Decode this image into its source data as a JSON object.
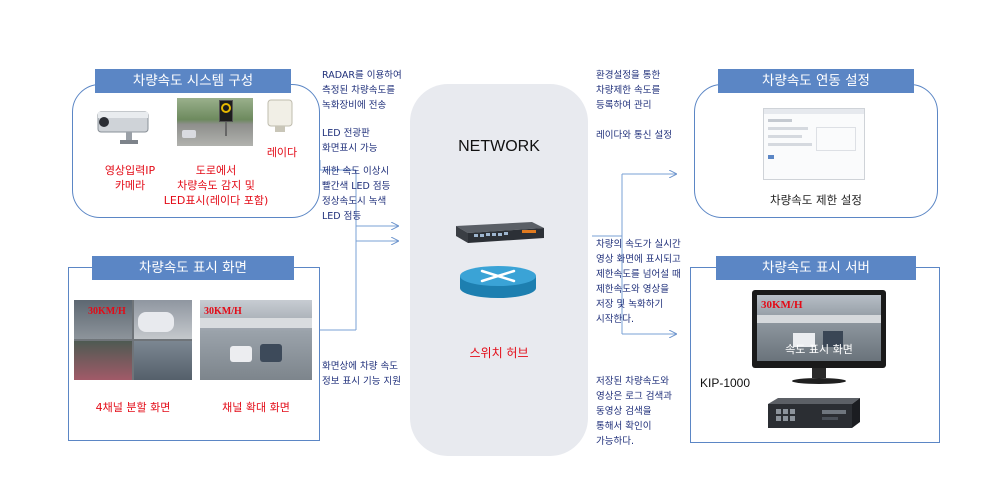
{
  "colors": {
    "accent": "#5b86c5",
    "note_text": "#1f2f7a",
    "label_red": "#e30b17",
    "hub_bg": "#e8eaef"
  },
  "left_top": {
    "title": "차량속도 시스템 구성",
    "camera_label": "영상입력IP\n카메라",
    "road_label": "도로에서\n차량속도 감지 및\nLED표시(레이다 포함)",
    "radar_label": "레이다"
  },
  "left_bottom": {
    "title": "차량속도 표시 화면",
    "speed_overlay_1": "30KM/H",
    "speed_overlay_2": "30KM/H",
    "caption_quad": "4채널 분할 화면",
    "caption_zoom": "채널 확대 화면"
  },
  "left_notes": {
    "radar_note": "RADAR를 이용하여\n측정된 차량속도를\n녹화장비에 전송",
    "led_note": "LED 전광판\n화면표시 가능",
    "limit_note": "제한 속도 이상시\n빨간색 LED 점등\n정상속도시 녹색\nLED 점등",
    "screen_note": "화면상에 차량 속도\n정보 표시 기능 지원"
  },
  "center": {
    "network_label": "NETWORK",
    "switch_label": "스위치 허브"
  },
  "right_notes": {
    "env_note": "환경설정을 통한\n차량제한 속도를\n등록하여 관리",
    "radar_comm_note": "레이다와 통신 설정",
    "realtime_note": "차량의 속도가 실시간\n영상 화면에 표시되고\n제한속도를 넘어설 때\n제한속도와 영상을\n저장 및 녹화하기\n시작한다.",
    "search_note": "저장된 차량속도와\n영상은 로그 검색과\n동영상 검색을\n통해서 확인이\n가능하다."
  },
  "right_top": {
    "title": "차량속도 연동 설정",
    "caption": "차량속도 제한 설정"
  },
  "right_bottom": {
    "title": "차량속도 표시 서버",
    "monitor_speed": "30KM/H",
    "monitor_caption": "속도 표시 화면",
    "model": "KIP-1000"
  },
  "icons": [
    "ip-camera-icon",
    "road-led-sign-icon",
    "radar-sensor-icon",
    "network-switch-icon",
    "router-icon",
    "monitor-icon",
    "nvr-recorder-icon"
  ]
}
